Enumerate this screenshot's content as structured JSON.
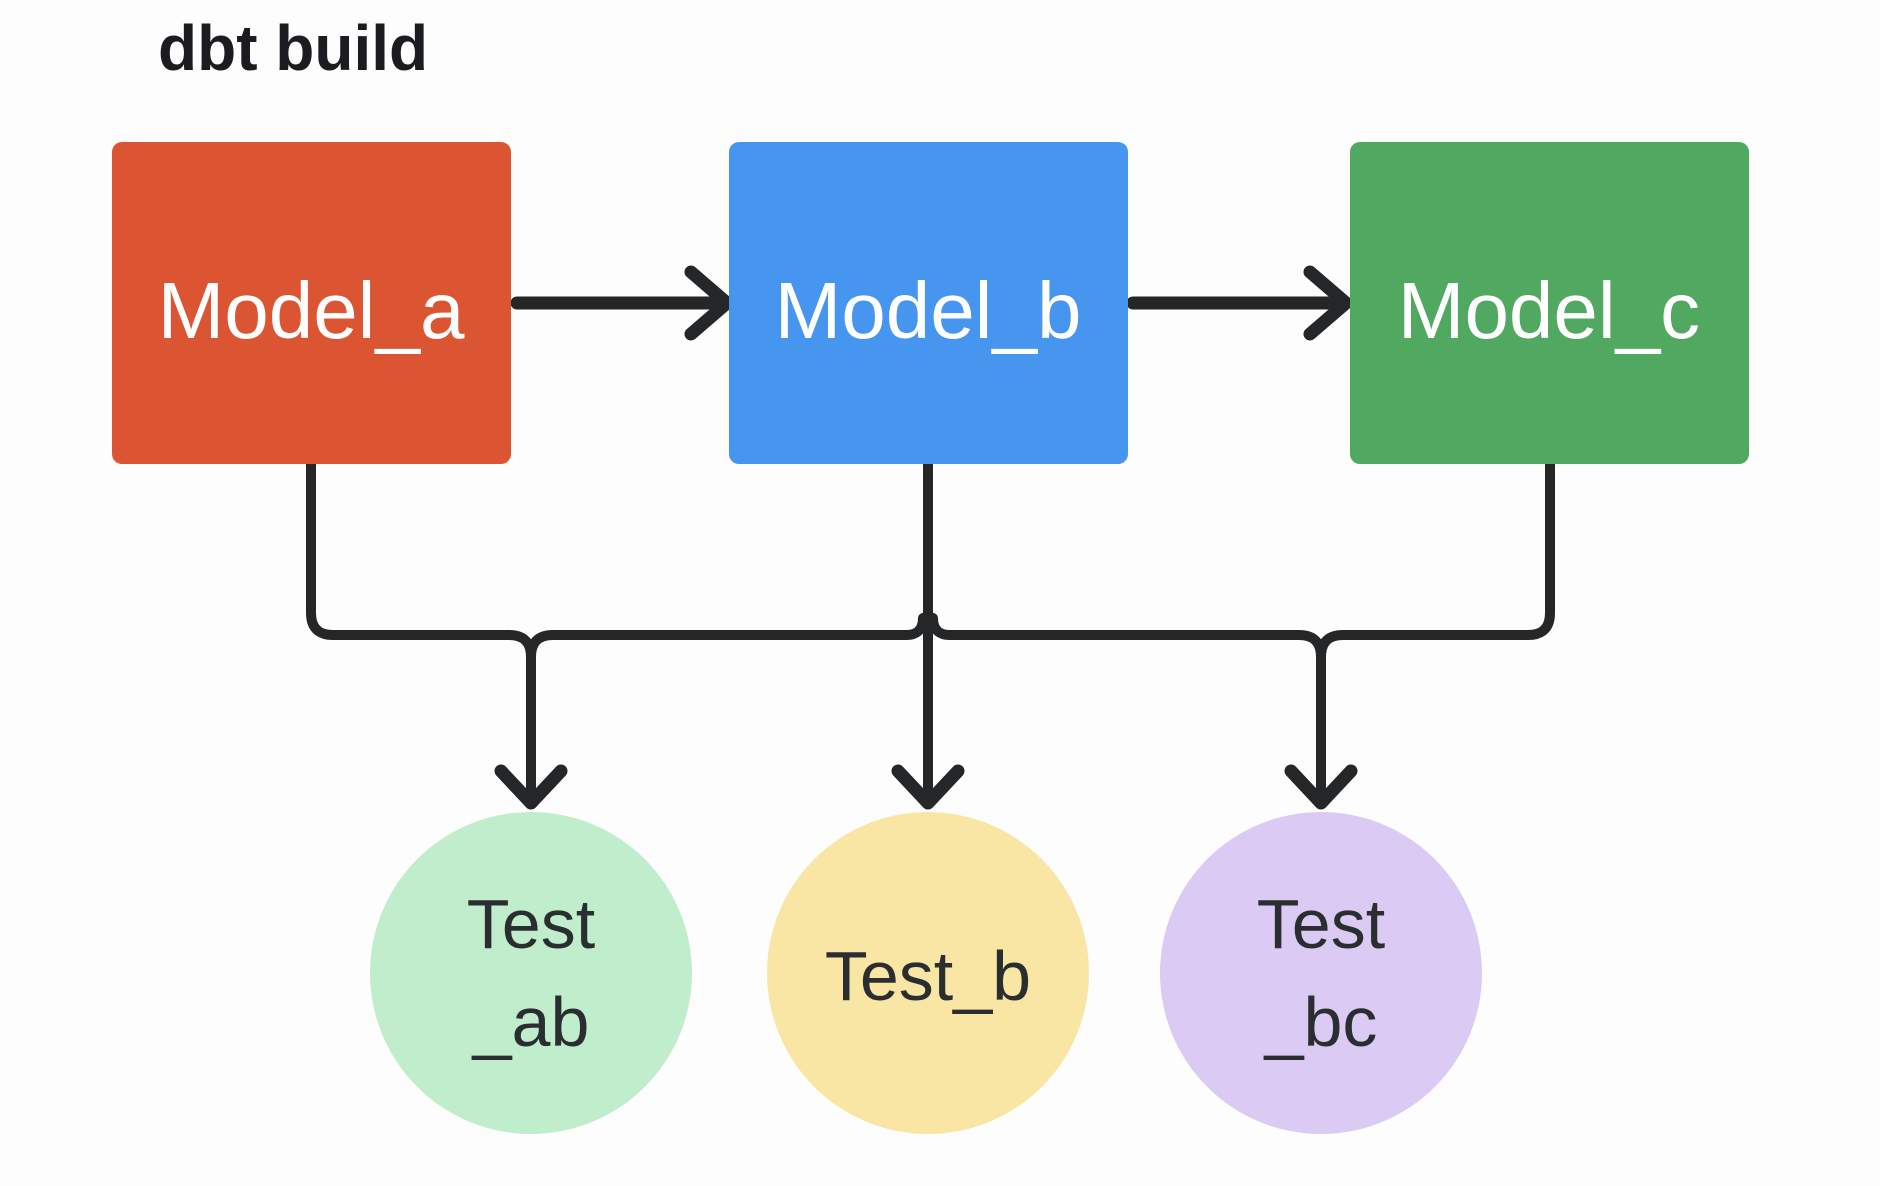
{
  "title": "dbt build",
  "style": {
    "bg_color": "#FDFDFD",
    "line_color": "#242628",
    "title_color": "#1A1C1F",
    "node_text_color": "#FFFFFF",
    "test_text_color": "#2B2E31"
  },
  "nodes": {
    "model_a": {
      "label": "Model_a",
      "color": "#DC5532"
    },
    "model_b": {
      "label": "Model_b",
      "color": "#4695EF"
    },
    "model_c": {
      "label": "Model_c",
      "color": "#51A961"
    }
  },
  "tests": {
    "test_ab": {
      "lines": [
        "Test",
        "_ab"
      ],
      "color": "#C0EECC"
    },
    "test_b": {
      "lines": [
        "Test_b"
      ],
      "color": "#F9E6A5"
    },
    "test_bc": {
      "lines": [
        "Test",
        "_bc"
      ],
      "color": "#DBCAF3"
    }
  },
  "edges": {
    "model_flow": [
      "model_a → model_b",
      "model_b → model_c"
    ],
    "bus_sources": [
      "model_a",
      "model_b",
      "model_c"
    ],
    "bus_drops": [
      "test_ab",
      "test_b",
      "test_bc"
    ]
  }
}
